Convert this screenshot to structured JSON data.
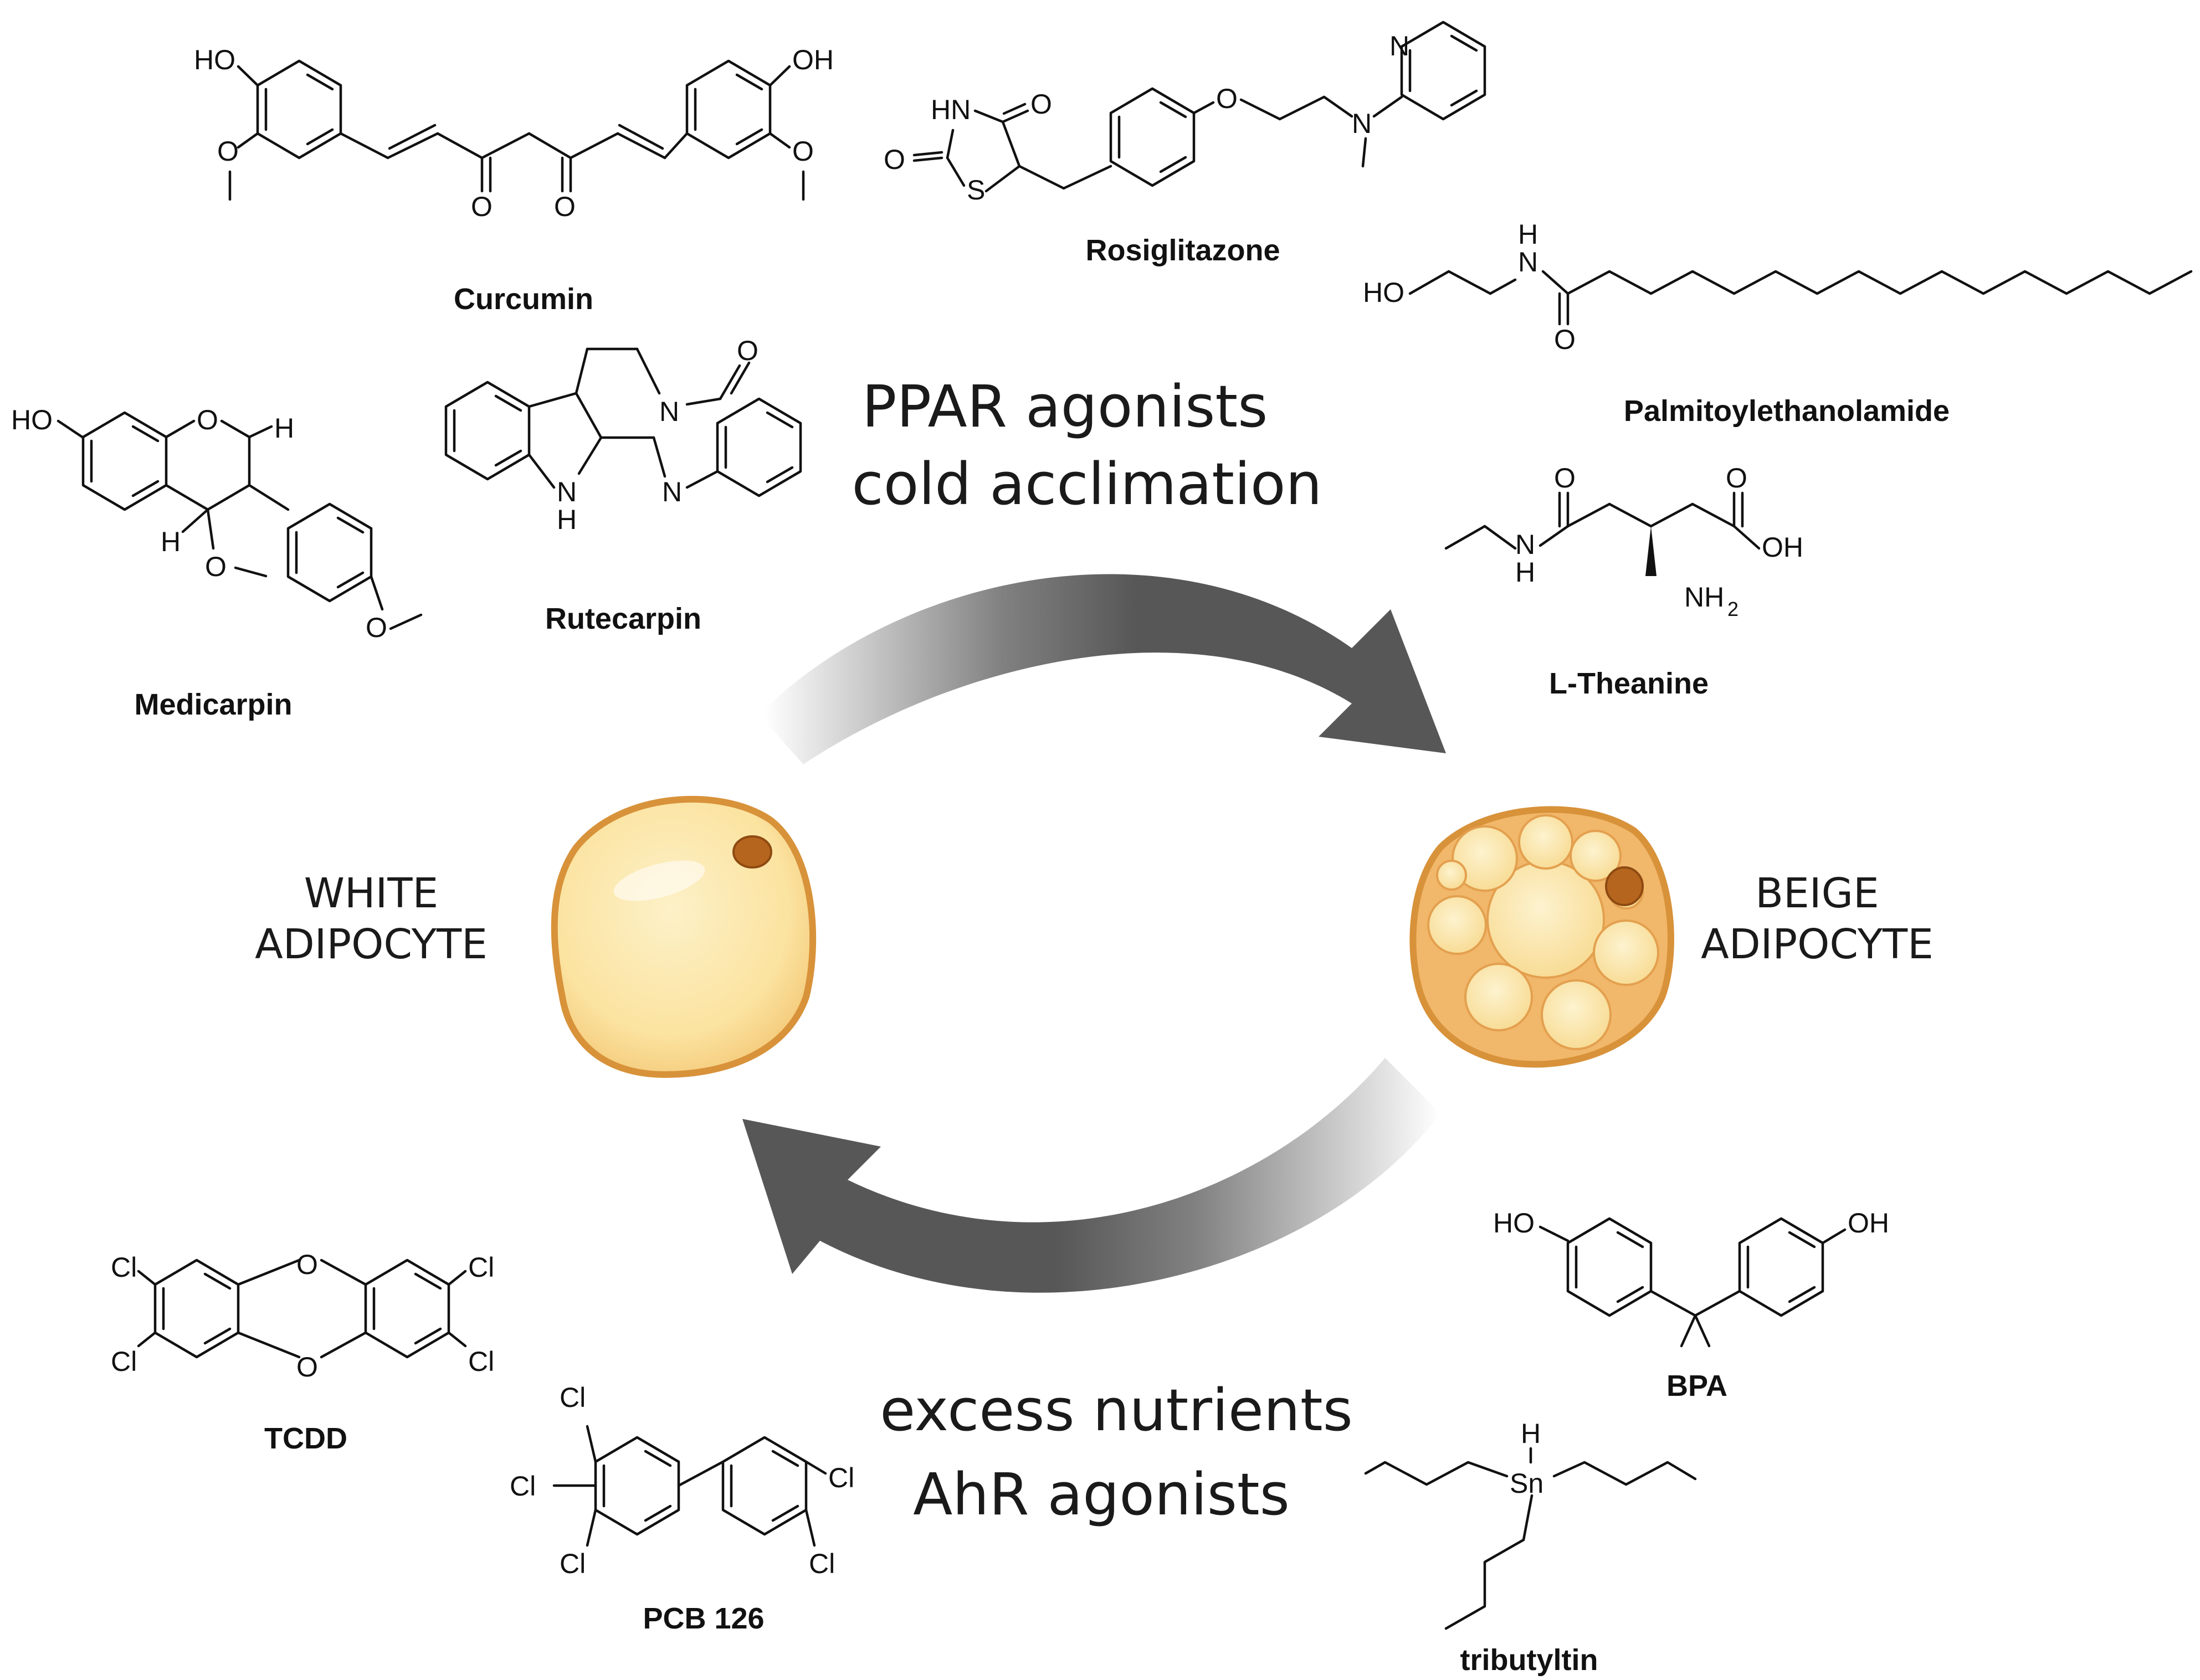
{
  "process_labels": {
    "browning_line1": "PPAR agonists",
    "browning_line2": "cold acclimation",
    "whitening_line1": "excess nutrients",
    "whitening_line2": "AhR agonists"
  },
  "cells": {
    "white": {
      "line1": "WHITE",
      "line2": "ADIPOCYTE"
    },
    "beige": {
      "line1": "BEIGE",
      "line2": "ADIPOCYTE"
    }
  },
  "compounds": {
    "curcumin": "Curcumin",
    "rosiglitazone": "Rosiglitazone",
    "palmitoylethanolamide": "Palmitoylethanolamide",
    "medicarpin": "Medicarpin",
    "rutecarpin": "Rutecarpin",
    "l_theanine": "L-Theanine",
    "tcdd": "TCDD",
    "pcb126": "PCB 126",
    "bpa": "BPA",
    "tributyltin": "tributyltin"
  },
  "atoms": {
    "ho": "HO",
    "oh": "OH",
    "o": "O",
    "n": "N",
    "h": "H",
    "s": "S",
    "hn": "HN",
    "cl": "Cl",
    "sn": "Sn",
    "nh2": "NH",
    "nh2_sub": "2"
  },
  "colors": {
    "arrow": "#575757",
    "white_cell_fill": "#fbe3a0",
    "cell_outline": "#d8923a",
    "beige_cell_fill": "#f1b76a",
    "nucleus": "#b5651d"
  }
}
